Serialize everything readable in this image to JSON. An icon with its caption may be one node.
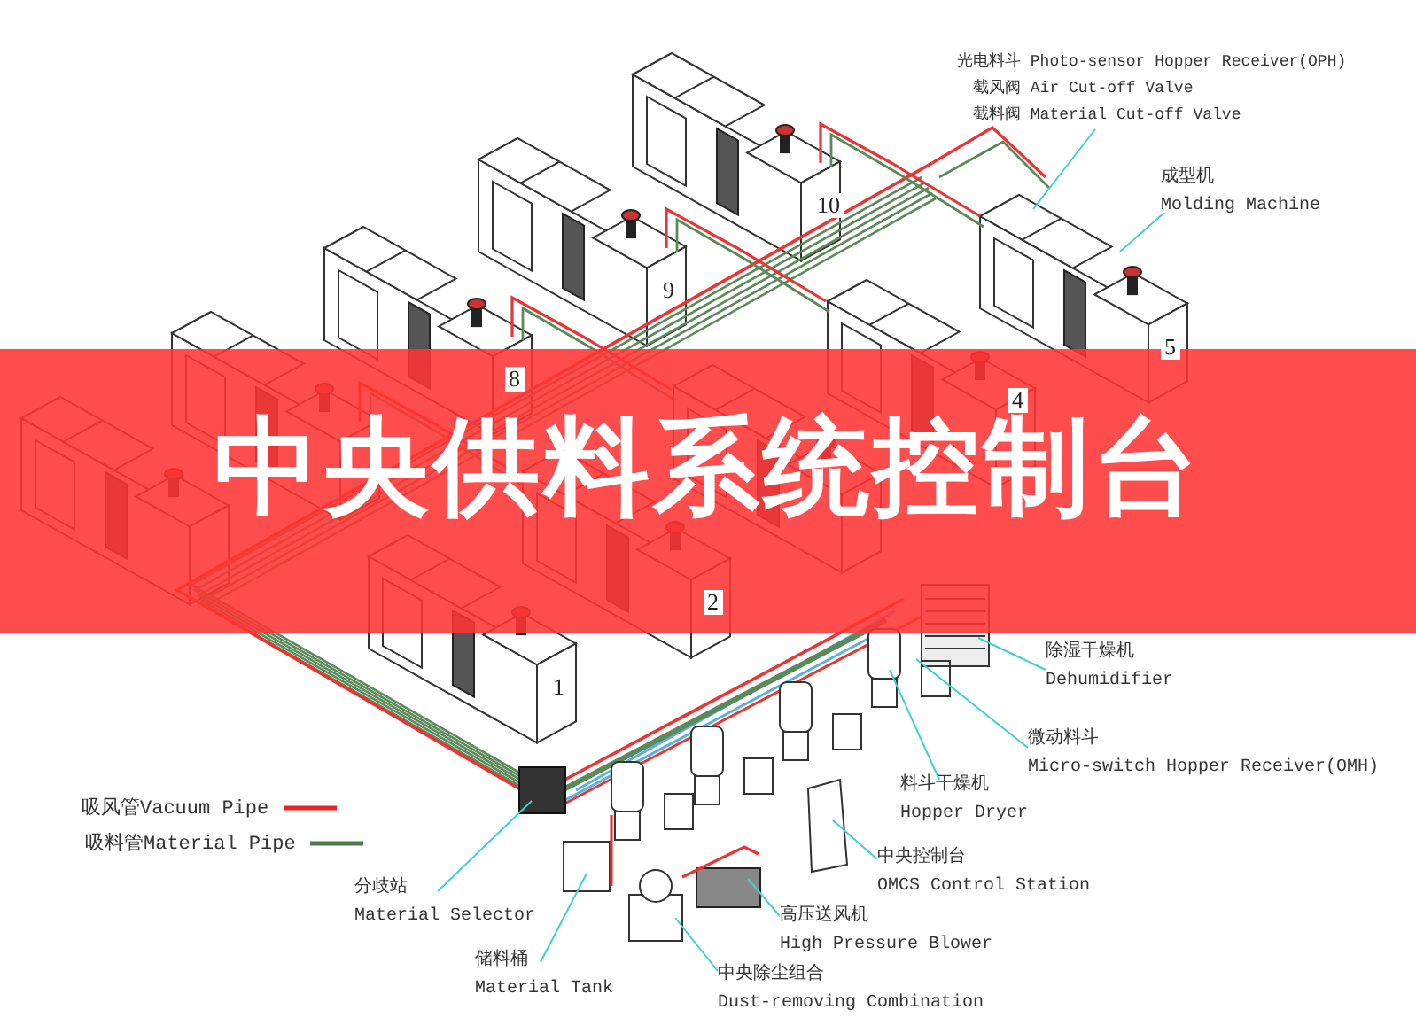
{
  "diagram": {
    "title": "中央供料系统控制台",
    "nodes": [
      {
        "text": [
          "光电料斗 Photo-sensor Hopper Receiver(OPH)",
          "截风阀 Air Cut-off Valve",
          "截料阀 Material Cut-off Valve"
        ]
      },
      {
        "text": [
          "成型机",
          "Molding Machine"
        ]
      },
      {
        "text": [
          "除湿干燥机",
          "Dehumidifier"
        ]
      },
      {
        "text": [
          "微动料斗",
          "Micro-switch Hopper Receiver(OMH)"
        ]
      },
      {
        "text": [
          "料斗干燥机",
          "Hopper Dryer"
        ]
      },
      {
        "text": [
          "中央控制台",
          "OMCS Control Station"
        ]
      },
      {
        "text": [
          "分歧站",
          "Material Selector"
        ]
      },
      {
        "text": [
          "高压送风机",
          "High Pressure Blower"
        ]
      },
      {
        "text": [
          "储料桶",
          "Material Tank"
        ]
      },
      {
        "text": [
          "中央除尘组合",
          "Dust-removing Combination"
        ]
      }
    ],
    "edges": [
      {
        "from": 0,
        "to": null,
        "arrow": "none"
      },
      {
        "from": 1,
        "to": null,
        "arrow": "none"
      },
      {
        "from": 2,
        "to": null,
        "arrow": "none"
      },
      {
        "from": 3,
        "to": null,
        "arrow": "none"
      },
      {
        "from": 4,
        "to": null,
        "arrow": "none"
      },
      {
        "from": 5,
        "to": null,
        "arrow": "none"
      },
      {
        "from": 6,
        "to": null,
        "arrow": "none"
      },
      {
        "from": 7,
        "to": null,
        "arrow": "none"
      },
      {
        "from": 8,
        "to": null,
        "arrow": "none"
      },
      {
        "from": 9,
        "to": null,
        "arrow": "none"
      }
    ],
    "labels": [
      "10",
      "9",
      "8",
      "5",
      "4",
      "2",
      "1"
    ],
    "legend": [
      {
        "text": "吸风管Vacuum Pipe"
      },
      {
        "text": "吸料管Material Pipe"
      }
    ]
  }
}
